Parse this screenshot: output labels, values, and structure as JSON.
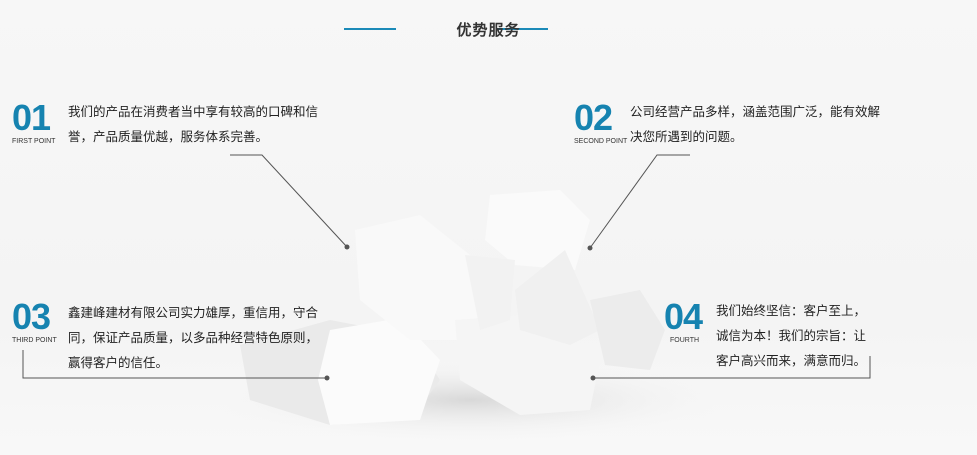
{
  "title": "优势服务",
  "points": [
    {
      "num": "01",
      "label": "FIRST POINT",
      "text": "我们的产品在消费者当中享有较高的口碑和信誉，产品质量优越，服务体系完善。"
    },
    {
      "num": "02",
      "label": "SECOND POINT",
      "text": "公司经营产品多样，涵盖范围广泛，能有效解决您所遇到的问题。"
    },
    {
      "num": "03",
      "label": "THIRD POINT",
      "text": "鑫建峰建材有限公司实力雄厚，重信用，守合同，保证产品质量，以多品种经营特色原则，赢得客户的信任。"
    },
    {
      "num": "04",
      "label": "FOURTH",
      "text": "我们始终坚信：客户至上，诚信为本！我们的宗旨：让客户高兴而来，满意而归。"
    }
  ],
  "accent": "#1683b0"
}
